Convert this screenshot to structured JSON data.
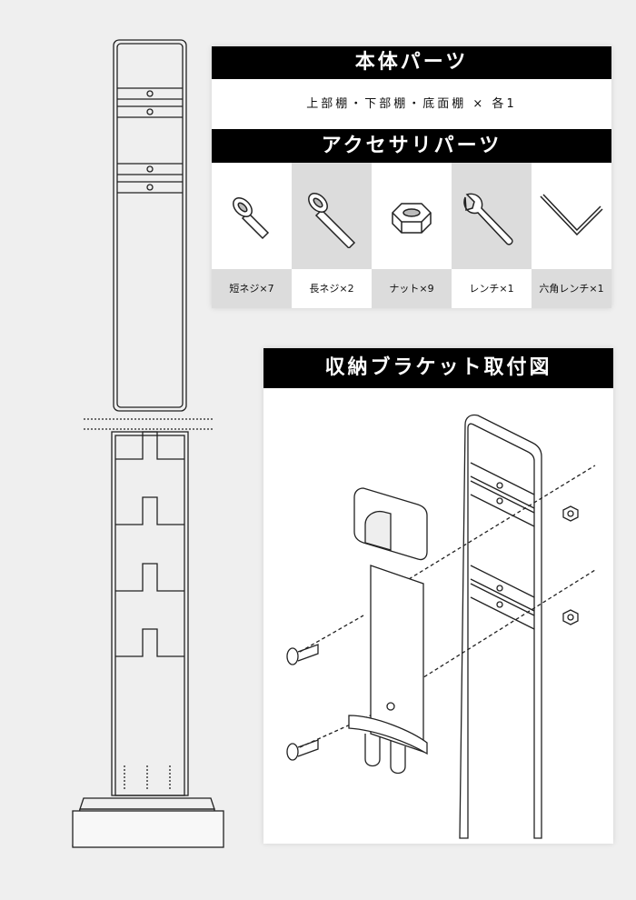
{
  "main_parts": {
    "title": "本体パーツ",
    "description": "上部棚・下部棚・底面棚 × 各1"
  },
  "accessories": {
    "title": "アクセサリパーツ",
    "items": [
      {
        "icon": "short-screw-icon",
        "label": "短ネジ×7"
      },
      {
        "icon": "long-screw-icon",
        "label": "長ネジ×2"
      },
      {
        "icon": "nut-icon",
        "label": "ナット×9"
      },
      {
        "icon": "wrench-icon",
        "label": "レンチ×1"
      },
      {
        "icon": "hex-key-icon",
        "label": "六角レンチ×1"
      }
    ]
  },
  "bracket_diagram": {
    "title": "収納ブラケット取付図"
  }
}
